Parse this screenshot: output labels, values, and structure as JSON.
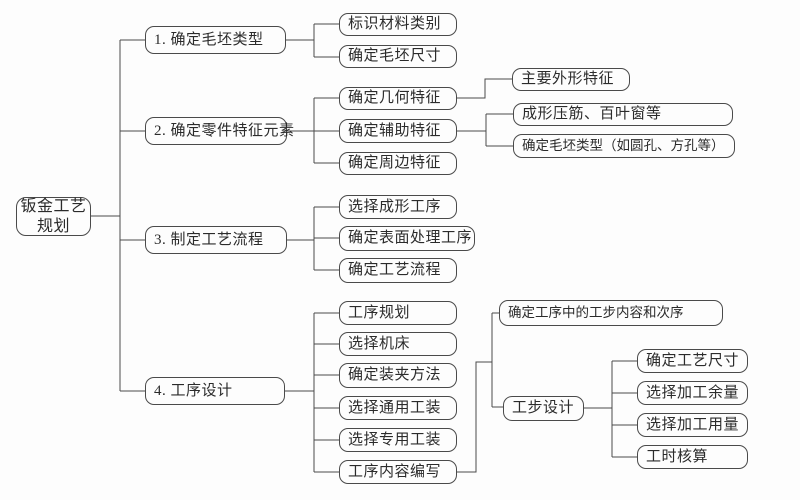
{
  "diagram_title": "钣金工艺规划",
  "colors": {
    "background": "#fdfdfd",
    "node_fill": "#fdfdfd",
    "line": "#4a4a4a",
    "text": "#2b2b2b"
  },
  "labels": {
    "root": "钣金工艺规划",
    "root_line1": "钣金工艺",
    "root_line2": "规划",
    "n1": "1. 确定毛坯类型",
    "n1a": "标识材料类别",
    "n1b": "确定毛坯尺寸",
    "n2": "2. 确定零件特征元素",
    "n2a": "确定几何特征",
    "n2a1": "主要外形特征",
    "n2b": "确定辅助特征",
    "n2b1": "成形压筋、百叶窗等",
    "n2b2": "确定毛坯类型（如圆孔、方孔等）",
    "n2c": "确定周边特征",
    "n3": "3. 制定工艺流程",
    "n3a": "选择成形工序",
    "n3b": "确定表面处理工序",
    "n3c": "确定工艺流程",
    "n4": "4. 工序设计",
    "n4a": "工序规划",
    "n4b": "选择机床",
    "n4c": "确定装夹方法",
    "n4d": "选择通用工装",
    "n4e": "选择专用工装",
    "n4f": "工序内容编写",
    "n4f1": "确定工序中的工步内容和次序",
    "n4f2": "工步设计",
    "n4f2a": "确定工艺尺寸",
    "n4f2b": "选择加工余量",
    "n4f2c": "选择加工用量",
    "n4f2d": "工时核算"
  },
  "tree": {
    "root": [
      "n1",
      "n2",
      "n3",
      "n4"
    ],
    "n1": [
      "n1a",
      "n1b"
    ],
    "n2": [
      "n2a",
      "n2b",
      "n2c"
    ],
    "n2a": [
      "n2a1"
    ],
    "n2b": [
      "n2b1",
      "n2b2"
    ],
    "n3": [
      "n3a",
      "n3b",
      "n3c"
    ],
    "n4": [
      "n4a",
      "n4b",
      "n4c",
      "n4d",
      "n4e",
      "n4f"
    ],
    "n4f": [
      "n4f1",
      "n4f2"
    ],
    "n4f2": [
      "n4f2a",
      "n4f2b",
      "n4f2c",
      "n4f2d"
    ]
  }
}
